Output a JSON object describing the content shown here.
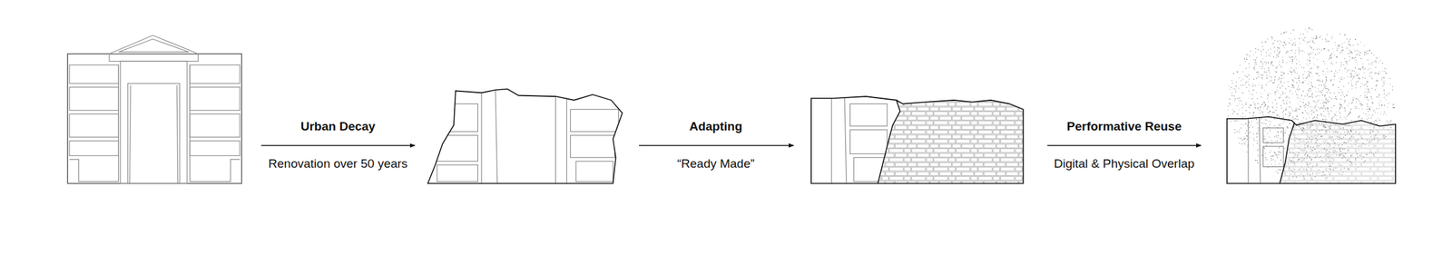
{
  "diagram": {
    "labels": [
      "Urban Decay",
      "Renovation over 50 years",
      "Adapting",
      "“Ready Made”",
      "Performative Reuse",
      "Digital & Physical Overlap"
    ]
  }
}
